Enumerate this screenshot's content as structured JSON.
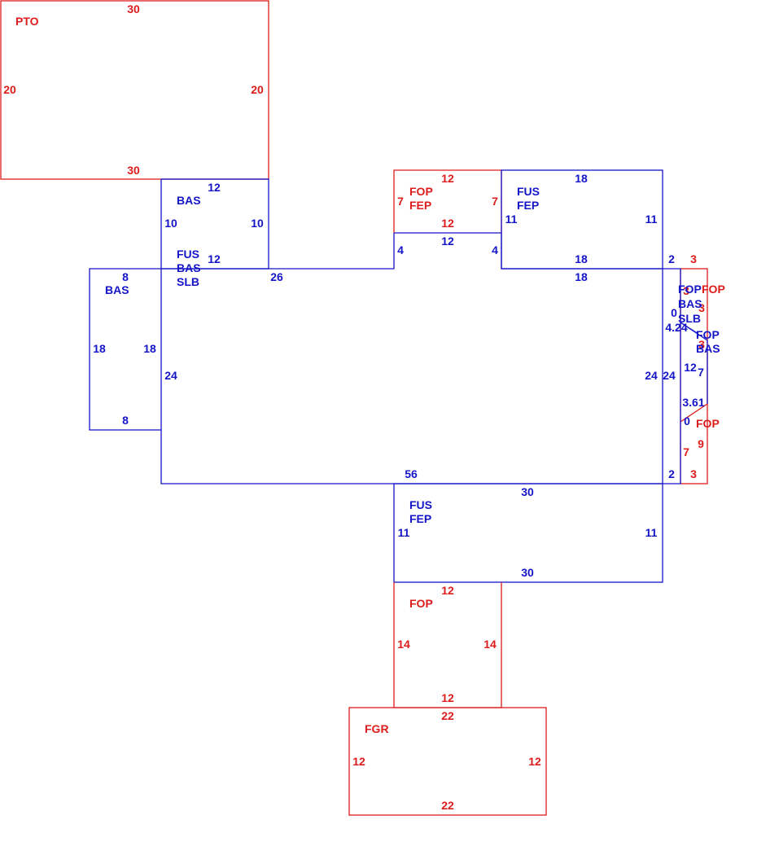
{
  "colors": {
    "living_area": "#1515c8",
    "non_living_area": "#dd1c1c"
  },
  "areas": [
    {
      "id": "pto",
      "color": "non_living_area",
      "codes": [
        "PTO"
      ],
      "dims": {
        "top": "30",
        "bottom": "30",
        "left": "20",
        "right": "20"
      }
    },
    {
      "id": "bas-upper",
      "color": "living_area",
      "codes": [
        "BAS"
      ],
      "dims": {
        "top": "12",
        "left": "10",
        "right": "10"
      }
    },
    {
      "id": "fus-bas-slb-main",
      "color": "living_area",
      "codes": [
        "FUS",
        "BAS",
        "SLB"
      ],
      "dims": {
        "top_left": "12",
        "top_mid": "26",
        "left": "24",
        "right": "24",
        "bottom": "56",
        "notch_left": "4",
        "notch_top": "12",
        "notch_right": "4",
        "top_right": "18",
        "corner_top": "2",
        "corner_bottom": "2"
      }
    },
    {
      "id": "bas-left",
      "color": "living_area",
      "codes": [
        "BAS"
      ],
      "dims": {
        "top": "8",
        "bottom": "8",
        "left": "18",
        "right": "18"
      }
    },
    {
      "id": "fop-fep-top",
      "color": "non_living_area",
      "codes": [
        "FOP",
        "FEP"
      ],
      "dims": {
        "top": "12",
        "bottom": "12",
        "left": "7",
        "right": "7"
      }
    },
    {
      "id": "fus-fep-top",
      "color": "living_area",
      "codes": [
        "FUS",
        "FEP"
      ],
      "dims": {
        "top": "18",
        "bottom": "18",
        "left": "11",
        "right": "11"
      }
    },
    {
      "id": "fus-fep-bottom",
      "color": "living_area",
      "codes": [
        "FUS",
        "FEP"
      ],
      "dims": {
        "top": "30",
        "bottom": "30",
        "left": "11",
        "right": "11"
      }
    },
    {
      "id": "fop-bottom",
      "color": "non_living_area",
      "codes": [
        "FOP"
      ],
      "dims": {
        "top": "12",
        "bottom": "12",
        "left": "14",
        "right": "14"
      }
    },
    {
      "id": "fgr",
      "color": "non_living_area",
      "codes": [
        "FGR"
      ],
      "dims": {
        "top": "22",
        "bottom": "22",
        "left": "12",
        "right": "12"
      }
    },
    {
      "id": "right-strip",
      "color": "living_area",
      "codes": [
        "FOP",
        "BAS",
        "SLB",
        "FOP",
        "BAS"
      ],
      "dims": {
        "zero_a": "0",
        "diag_a": "4.24",
        "side_12": "12",
        "side_7": "7",
        "diag_b": "3.61",
        "zero_b": "0",
        "inner_24": "24"
      }
    },
    {
      "id": "right-fop",
      "color": "non_living_area",
      "codes": [
        "FOP",
        "FOP"
      ],
      "dims": {
        "top": "3",
        "bottom": "3",
        "right_upper": "3",
        "right_mid": "3",
        "side_9": "9",
        "side_7": "7",
        "side_3": "3"
      }
    }
  ]
}
